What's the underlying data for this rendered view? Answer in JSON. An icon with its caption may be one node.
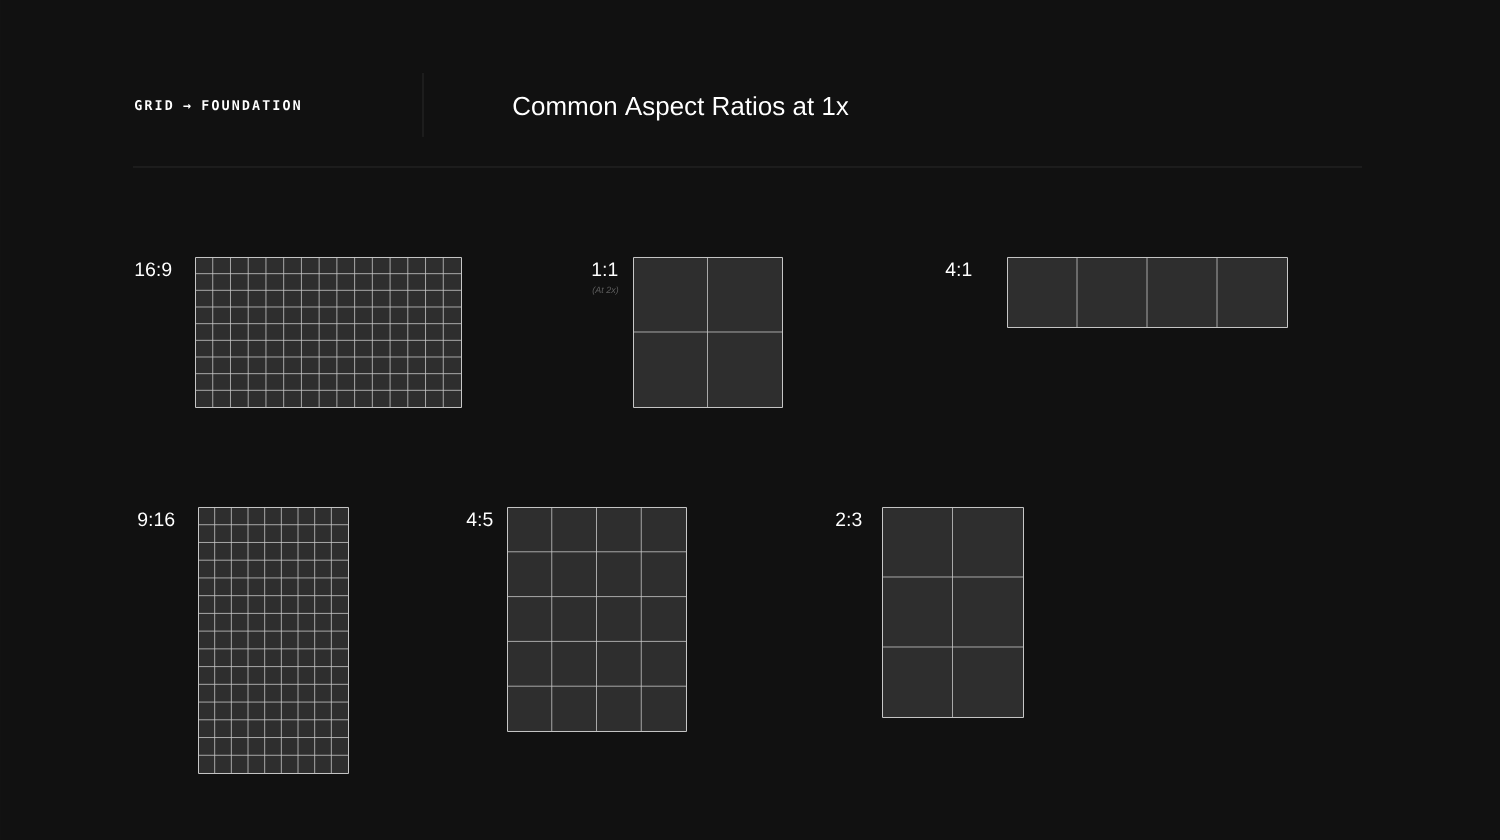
{
  "diagram": {
    "title": "Common Aspect Ratios at 1x",
    "nodes": [
      {
        "text": [
          "16:9"
        ]
      },
      {
        "text": [
          "1:1"
        ],
        "beside": [
          "(At 2x)"
        ]
      },
      {
        "text": [
          "4:1"
        ]
      },
      {
        "text": [
          "9:16"
        ]
      },
      {
        "text": [
          "4:5"
        ]
      },
      {
        "text": [
          "2:3"
        ]
      }
    ],
    "labels": [
      "GRID → FOUNDATION"
    ]
  }
}
